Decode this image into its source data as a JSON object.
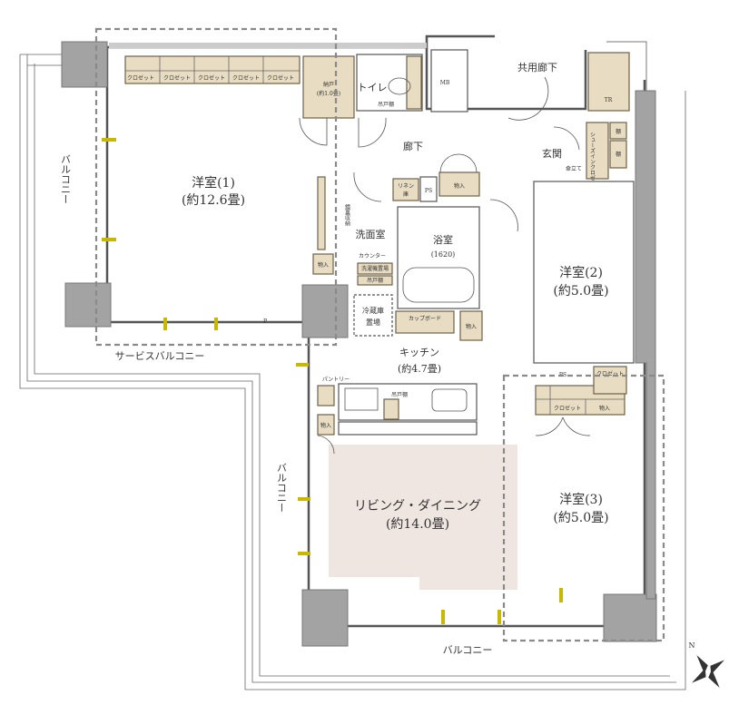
{
  "rooms": {
    "western1": {
      "name": "洋室(1)",
      "size": "(約12.6畳)"
    },
    "western2": {
      "name": "洋室(2)",
      "size": "(約5.0畳)"
    },
    "western3": {
      "name": "洋室(3)",
      "size": "(約5.0畳)"
    },
    "kitchen": {
      "name": "キッチン",
      "size": "(約4.7畳)"
    },
    "living": {
      "name": "リビング・ダイニング",
      "size": "(約14.0畳)"
    },
    "bath": {
      "name": "浴室",
      "size": "(1620)"
    },
    "washroom": "洗面室",
    "toilet": "トイレ",
    "hallway": "廊下",
    "entrance": "玄関",
    "shared_corridor": "共用廊下",
    "storeroom": {
      "name": "納戸",
      "size": "(約1.0畳)"
    }
  },
  "balconies": {
    "left": "バルコニー",
    "service": "サービスバルコニー",
    "middle": "バルコニー",
    "bottom": "バルコニー"
  },
  "fixtures": {
    "closet": "クロゼット",
    "storage": "物入",
    "linen": [
      "リネン",
      "庫"
    ],
    "ps": "PS",
    "mb": "MB",
    "tr": "TR",
    "p": "P",
    "wall_cabinet": "吊戸棚",
    "mirror_storage": "鏡裏収納",
    "counter": "カウンター",
    "washer": "洗濯機置場",
    "fridge": [
      "冷蔵庫",
      "置場"
    ],
    "cupboard": "カップボード",
    "pantry": "パントリー",
    "shoes_in_closet": "シューズインクロゼット",
    "shelf": "棚",
    "umbrella": "傘立て"
  },
  "compass": {
    "north": "N"
  },
  "colors": {
    "storage": "#e8dcc2",
    "living_floor": "#efe5e1",
    "column": "#a3a3a3"
  }
}
